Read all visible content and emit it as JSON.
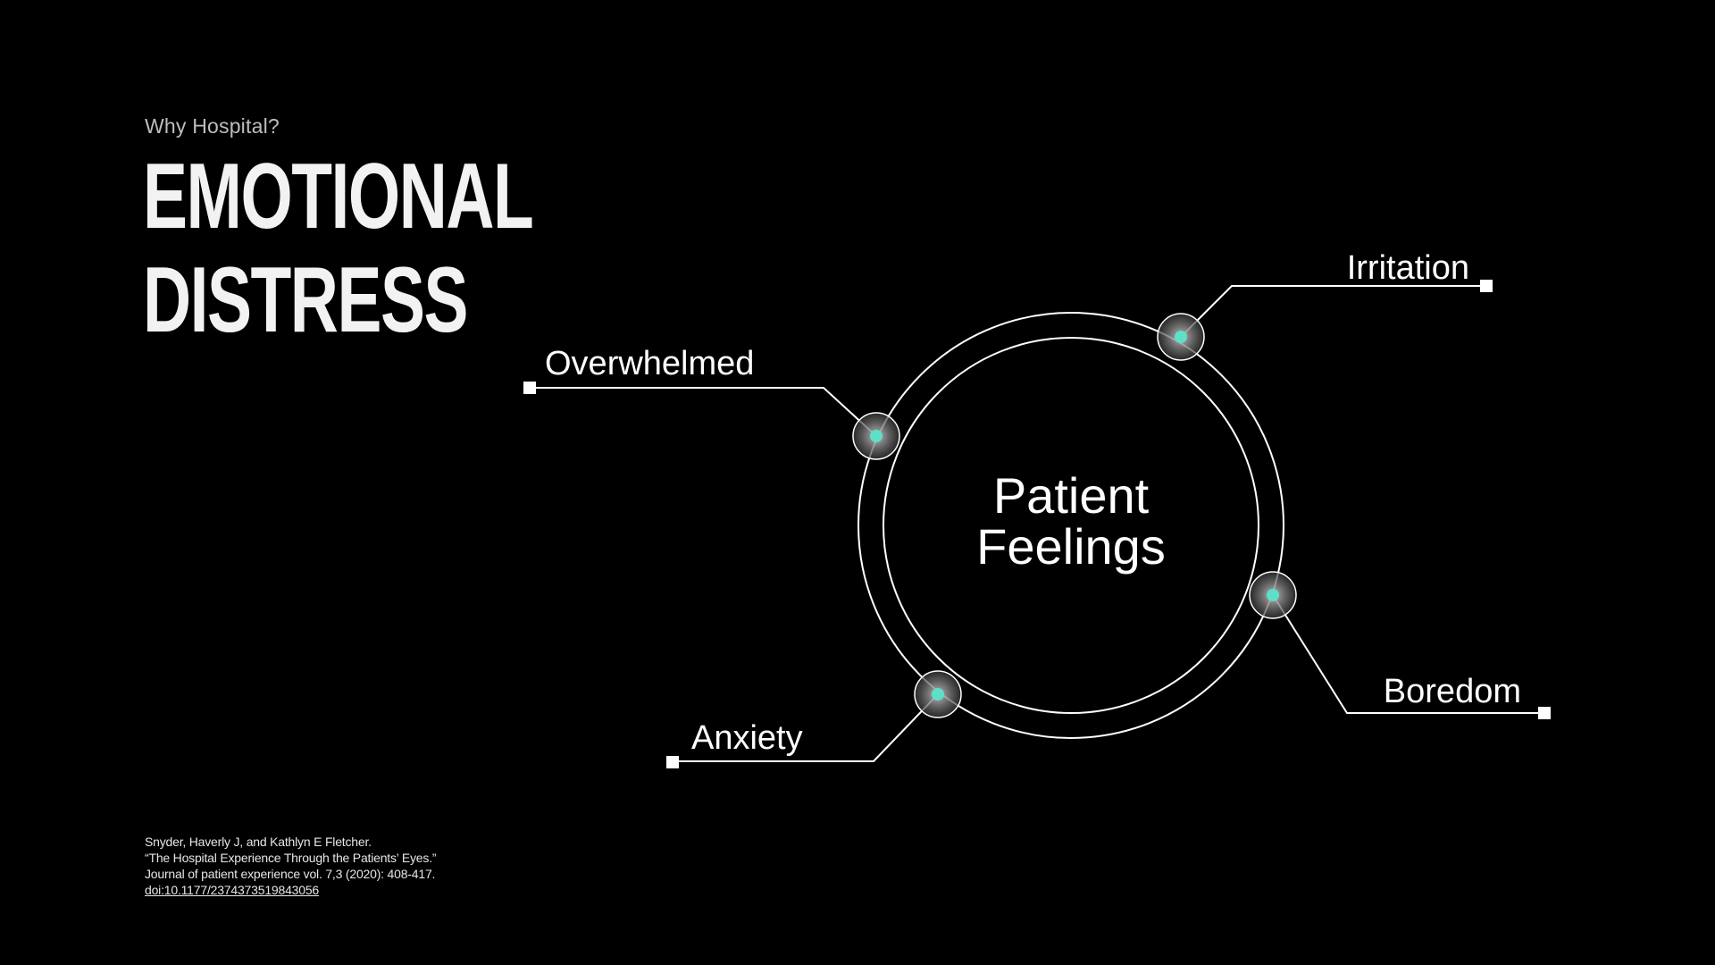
{
  "header": {
    "eyebrow": "Why Hospital?",
    "title_line1": "EMOTIONAL",
    "title_line2": "DISTRESS"
  },
  "diagram": {
    "center_line1": "Patient",
    "center_line2": "Feelings",
    "nodes": [
      {
        "id": "overwhelmed",
        "label": "Overwhelmed"
      },
      {
        "id": "irritation",
        "label": "Irritation"
      },
      {
        "id": "boredom",
        "label": "Boredom"
      },
      {
        "id": "anxiety",
        "label": "Anxiety"
      }
    ],
    "colors": {
      "line": "#ffffff",
      "dot_core": "#5ee0c8",
      "dot_halo": "#8a8a8a"
    }
  },
  "citation": {
    "line1": "Snyder, Haverly J, and Kathlyn E Fletcher.",
    "line2": "“The Hospital Experience Through the Patients’ Eyes.”",
    "line3": "Journal of patient experience vol. 7,3 (2020): 408-417.",
    "doi": "doi:10.1177/2374373519843056"
  }
}
